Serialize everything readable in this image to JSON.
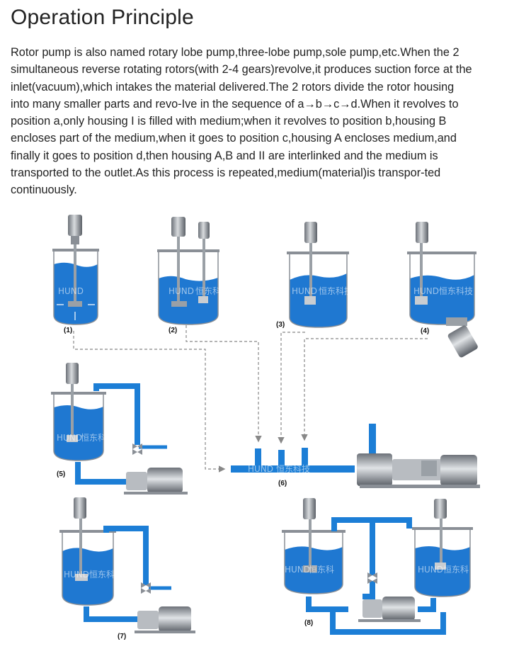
{
  "header": {
    "title": "Operation Principle"
  },
  "description": {
    "lines": [
      "Rotor pump is also named rotary lobe pump,three-lobe pump,sole pump,etc.When the 2",
      "simultaneous reverse rotating rotors(with 2-4 gears)revolve,it produces suction force at the",
      "inlet(vacuum),which intakes the material delivered.The 2 rotors divide the rotor housing",
      "into many smaller parts and revo-Ive in the sequence of a→b→c→d.When it revolves to",
      "position a,only housing I is filled with medium;when it revolves to position b,housing B",
      "encloses part of the medium,when it goes to position c,housing A encloses medium,and",
      "finally it goes to position d,then housing A,B and II are interlinked and the medium is",
      "transported to the outlet.As this process is repeated,medium(material)is transpor-ted",
      "continuously."
    ]
  },
  "diagram": {
    "colors": {
      "liquid": "#1f78d1",
      "pipe": "#1c7ed6",
      "metal": "#8a8f96",
      "dashed": "#888888"
    },
    "labels": [
      "(1)",
      "(2)",
      "(3)",
      "(4)",
      "(5)",
      "(6)",
      "(7)",
      "(8)"
    ],
    "watermark": {
      "latin": "HUND",
      "cjk": "恒东科技",
      "cjk_short": "恒东科"
    }
  }
}
